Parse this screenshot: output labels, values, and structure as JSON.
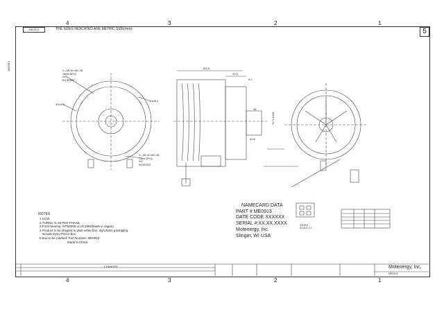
{
  "page_number": "5",
  "zones_top": [
    "4",
    "3",
    "2",
    "1"
  ],
  "zones_bottom": [
    "4",
    "3",
    "2",
    "1"
  ],
  "header_note": "THE SIZES INDICATED ARE METRIC SIZE(mm).",
  "header_code": "ME0913",
  "side_code": "ME0913",
  "notes": {
    "title": "NOTES",
    "lines": [
      "1.CCW",
      "2.TURNS IS 28 PER PHASE",
      "3.Front bearing: NTN6005 LLUC3/5K(Made in Japan)",
      "4.Product to be shipped in plain white box, styrofoam packaging",
      "   include Dyno Plot in box",
      "5.Box to be marked: Part Number:  ME0913",
      "   Made in China"
    ]
  },
  "namecard": {
    "title": "NAMECARD DATA",
    "part": "PART # ME0913",
    "date": "DATE CODE XXXXXX",
    "serial": "SERIAL #:XX.XX.XXXX",
    "company": "Motenergy, Inc.",
    "location": "Slinger, WI  USA"
  },
  "view_label": "VIEW E\nSCALE 2:1",
  "dims": {
    "d149": "Φ149.2",
    "d106": "Φ106.4",
    "thread1": "4—3/8-16 UNC-2B\n18mm DP(4)\nH/C\nEQ.SPACE",
    "thread2": "4—3/8-16 UNC-2B\n13mm DP(4)\nH/C\nEQ.SPACE",
    "len1": "182.4",
    "len2": "47.8",
    "len3": "5.2",
    "len4": "38",
    "len5": "42.6",
    "d5": "Φ174.5/180"
  },
  "title_block": {
    "company": "Motenergy, Inc.",
    "drawing_no": "ME0913",
    "changes_label": "CHANGES"
  }
}
